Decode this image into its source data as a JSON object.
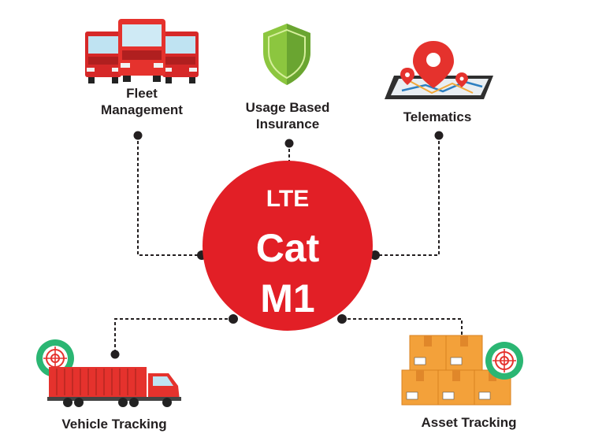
{
  "hub": {
    "line1": "LTE",
    "line2": "Cat",
    "line3": "M1"
  },
  "nodes": {
    "fleet": {
      "line1": "Fleet",
      "line2": "Management",
      "icon": "fleet-trucks-icon"
    },
    "insurance": {
      "line1": "Usage Based",
      "line2": "Insurance",
      "icon": "shield-icon"
    },
    "telematics": {
      "label": "Telematics",
      "icon": "phone-map-icon"
    },
    "vehicle": {
      "label": "Vehicle Tracking",
      "icon": "truck-target-icon"
    },
    "asset": {
      "label": "Asset Tracking",
      "icon": "boxes-target-icon"
    }
  },
  "colors": {
    "hub": "#e21f26",
    "truck": "#e5322d",
    "shield": "#8cc63f",
    "box": "#f3a13a",
    "target": "#2bb673",
    "connector": "#231f20"
  }
}
